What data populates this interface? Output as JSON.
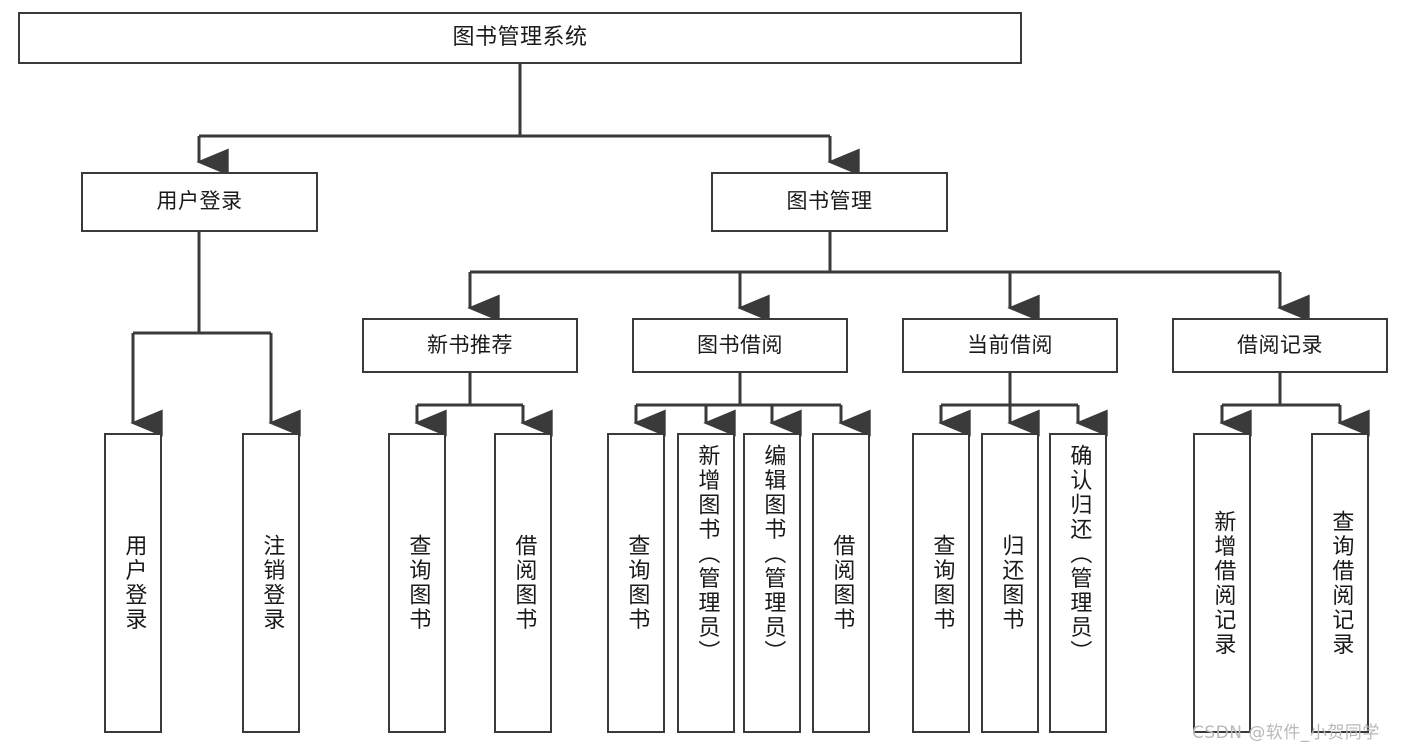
{
  "diagram": {
    "title": "图书管理系统",
    "stroke_color": "#3a3a3a",
    "fill_color": "#ffffff",
    "text_color": "#1a1a1a",
    "nodes": {
      "root": {
        "label": "图书管理系统"
      },
      "level2": [
        {
          "id": "user-login",
          "label": "用户登录"
        },
        {
          "id": "book-manage",
          "label": "图书管理"
        }
      ],
      "level3": [
        {
          "id": "new-book-recommend",
          "label": "新书推荐"
        },
        {
          "id": "book-borrow",
          "label": "图书借阅"
        },
        {
          "id": "current-borrow",
          "label": "当前借阅"
        },
        {
          "id": "borrow-record",
          "label": "借阅记录"
        }
      ],
      "leaves": {
        "user_login": [
          {
            "id": "leaf-user-login",
            "label": "用户登录"
          },
          {
            "id": "leaf-logout-login",
            "label": "注销登录"
          }
        ],
        "new_book_recommend": [
          {
            "id": "leaf-query-book-1",
            "label": "查询图书"
          },
          {
            "id": "leaf-borrow-book-1",
            "label": "借阅图书"
          }
        ],
        "book_borrow": [
          {
            "id": "leaf-query-book-2",
            "label": "查询图书"
          },
          {
            "id": "leaf-add-book",
            "label": "新增图书（管理员）"
          },
          {
            "id": "leaf-edit-book",
            "label": "编辑图书（管理员）"
          },
          {
            "id": "leaf-borrow-book-2",
            "label": "借阅图书"
          }
        ],
        "current_borrow": [
          {
            "id": "leaf-query-book-3",
            "label": "查询图书"
          },
          {
            "id": "leaf-return-book",
            "label": "归还图书"
          },
          {
            "id": "leaf-confirm-return",
            "label": "确认归还（管理员）"
          }
        ],
        "borrow_record": [
          {
            "id": "leaf-add-record",
            "label": "新增借阅记录"
          },
          {
            "id": "leaf-query-record",
            "label": "查询借阅记录"
          }
        ]
      }
    }
  },
  "watermark": {
    "text": "CSDN @软件_小贺同学"
  }
}
